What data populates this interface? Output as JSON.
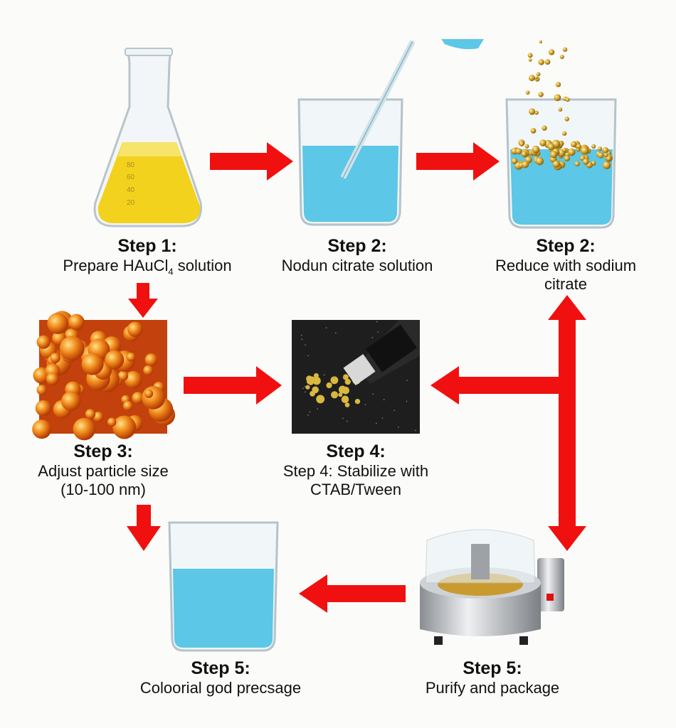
{
  "steps": [
    {
      "title": "Step 1:",
      "desc": "Prepare HAuCl",
      "desc_sub": "4",
      "desc_tail": " solution",
      "flask_marks": [
        "80",
        "60",
        "40",
        "20"
      ]
    },
    {
      "title": "Step 2:",
      "desc": "Nodun citrate solution"
    },
    {
      "title": "Step 2:",
      "desc_lines": [
        "Reduce with sodium",
        "citrate"
      ]
    },
    {
      "title": "Step 3:",
      "desc_lines": [
        "Adjust particle size",
        "(10-100 nm)"
      ]
    },
    {
      "title": "Step 4:",
      "desc_lines": [
        "Step 4: Stabilize with",
        "CTAB/Tween"
      ]
    },
    {
      "title": "Step 5:",
      "desc": "Coloorial god precsage"
    },
    {
      "title": "Step 5:",
      "desc": "Purify and package"
    }
  ],
  "colors": {
    "arrow": "#f01010",
    "liquid_blue": "#5cc7e6",
    "liquid_yellow": "#f2d21c",
    "gold": "#d4a93a"
  }
}
